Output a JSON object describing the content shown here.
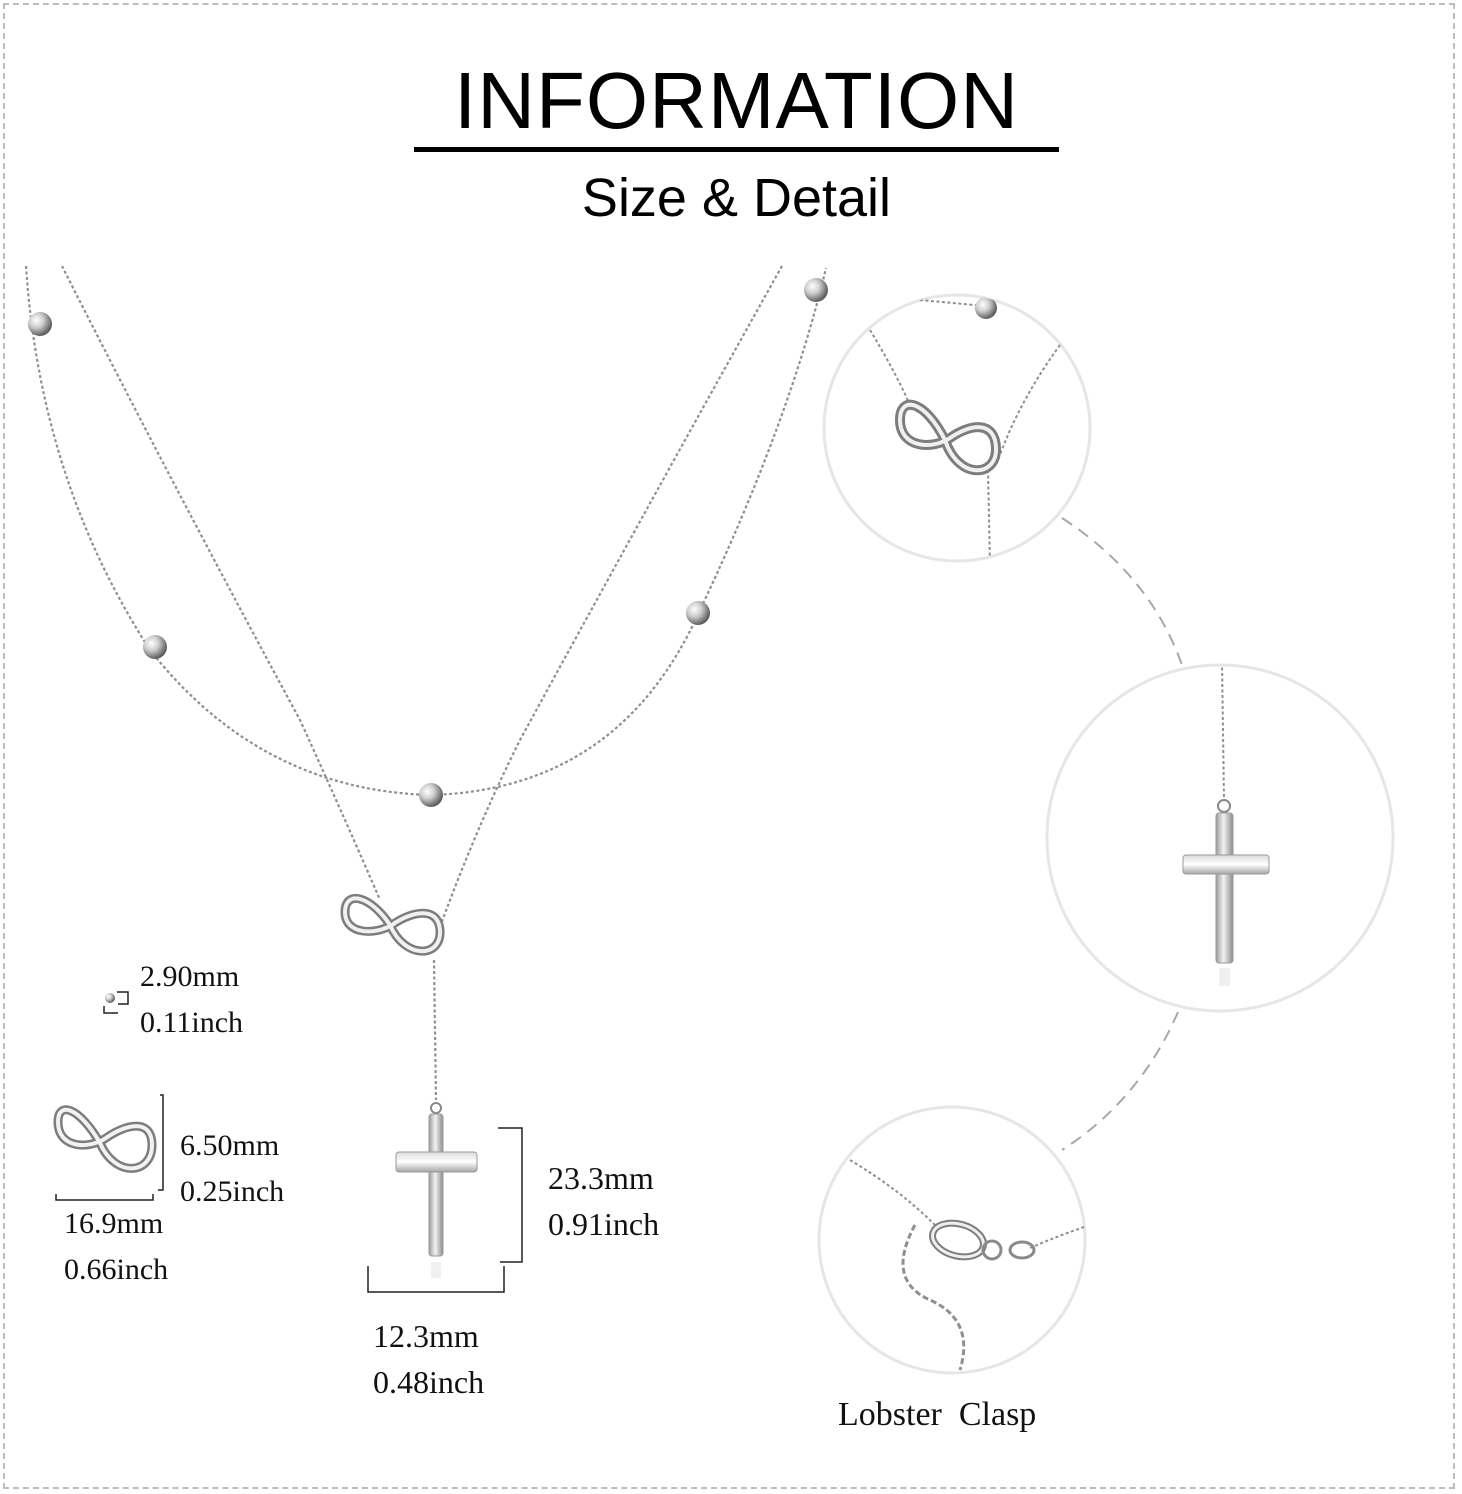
{
  "header": {
    "title": "INFORMATION",
    "subtitle": "Size & Detail"
  },
  "dimensions": {
    "bead": {
      "mm": "2.90mm",
      "inch": "0.11inch"
    },
    "infinity_height": {
      "mm": "6.50mm",
      "inch": "0.25inch"
    },
    "infinity_width": {
      "mm": "16.9mm",
      "inch": "0.66inch"
    },
    "cross_height": {
      "mm": "23.3mm",
      "inch": "0.91inch"
    },
    "cross_width": {
      "mm": "12.3mm",
      "inch": "0.48inch"
    }
  },
  "details": {
    "clasp_label": "Lobster  Clasp"
  },
  "colors": {
    "text": "#111111",
    "silver": "#b9b9b9",
    "chain": "#8f8f8f",
    "circle_border": "#e6e6e6",
    "dashed_connector": "#a8a8a8"
  }
}
